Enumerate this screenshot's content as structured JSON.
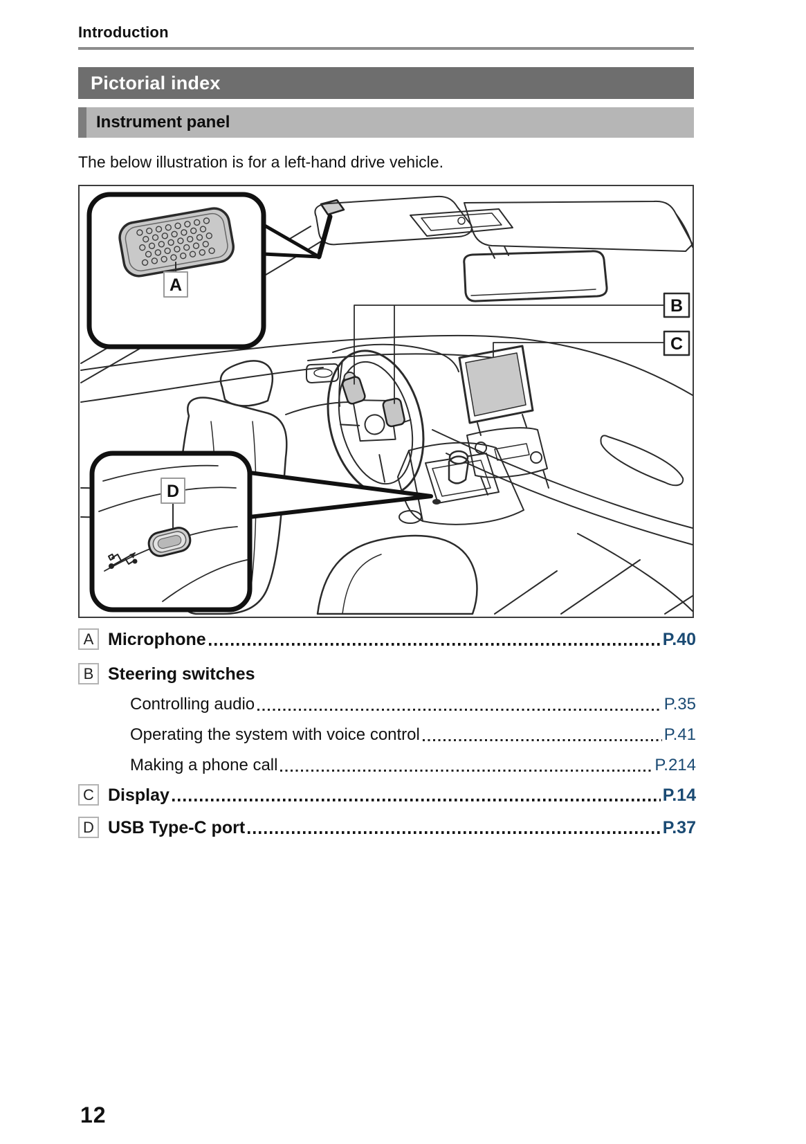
{
  "page": {
    "section_header": "Introduction",
    "page_number": "12"
  },
  "banners": {
    "primary": "Pictorial index",
    "secondary": "Instrument panel"
  },
  "intro_text": "The below illustration is for a left-hand drive vehicle.",
  "figure": {
    "description": "Line drawing of instrument panel of a left-hand drive vehicle with callouts",
    "labels": {
      "a": "A",
      "b": "B",
      "c": "C",
      "d": "D"
    }
  },
  "index": {
    "entries": [
      {
        "label": "A",
        "title": "Microphone",
        "page": "P.40"
      },
      {
        "label": "B",
        "title": "Steering switches",
        "page": ""
      },
      {
        "label": "C",
        "title": "Display",
        "page": "P.14"
      },
      {
        "label": "D",
        "title": "USB Type-C port",
        "page": "P.37"
      }
    ],
    "sub_entries": [
      {
        "title": "Controlling audio",
        "page": "P.35"
      },
      {
        "title": "Operating the system with voice control",
        "page": "P.41"
      },
      {
        "title": "Making a phone call",
        "page": "P.214"
      }
    ]
  },
  "colors": {
    "link_blue": "#1a4a73",
    "banner_dark": "#6e6e6e",
    "banner_light": "#b6b6b6",
    "banner_edge": "#7d7d7d",
    "rule_gray": "#8c8c8c"
  }
}
